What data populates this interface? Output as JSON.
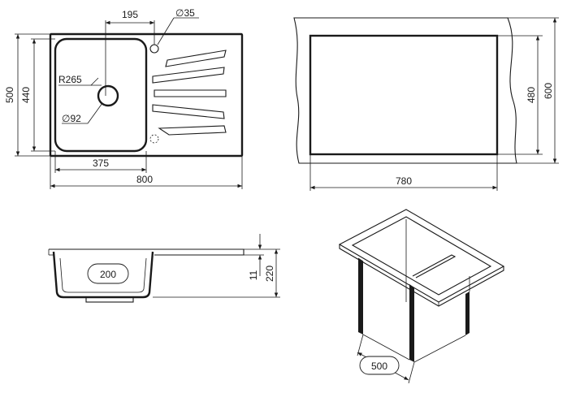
{
  "top_view": {
    "dim_hole_offset": "195",
    "dim_tap_hole": "∅35",
    "dim_radius": "R265",
    "dim_drain": "∅92",
    "dim_height_outer": "500",
    "dim_height_inner": "440",
    "dim_bowl_width": "375",
    "dim_total_width": "800"
  },
  "cabinet_view": {
    "dim_width": "780",
    "dim_height_inner": "480",
    "dim_height_outer": "600"
  },
  "section_view": {
    "dim_bowl_depth": "200",
    "dim_rim": "11",
    "dim_total_depth": "220"
  },
  "iso_view": {
    "dim_cabinet": "500"
  }
}
